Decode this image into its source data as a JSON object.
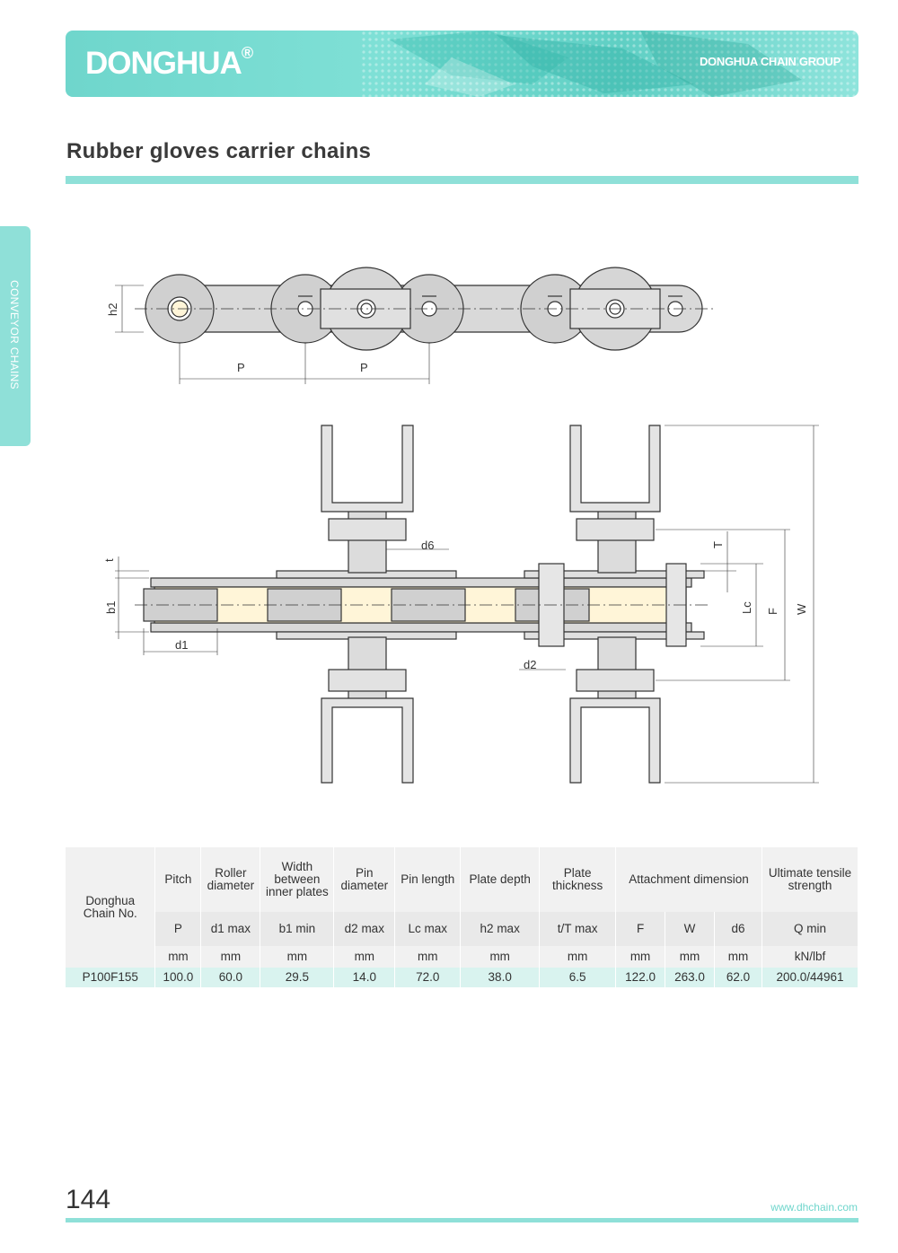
{
  "header": {
    "brand": "DONGHUA",
    "brand_mark": "®",
    "group": "DONGHUA CHAIN GROUP"
  },
  "page_title": "Rubber gloves carrier chains",
  "side_tab": "CONVEYOR CHAINS",
  "drawing_labels": {
    "h2": "h2",
    "p1": "P",
    "p2": "P",
    "t": "t",
    "b1": "b1",
    "d1": "d1",
    "d6": "d6",
    "d2": "d2",
    "T": "T",
    "Lc": "Lc",
    "F": "F",
    "W": "W"
  },
  "table": {
    "chain_no_header": "Donghua Chain No.",
    "columns": [
      {
        "name": "Pitch",
        "symbol": "P",
        "unit": "mm"
      },
      {
        "name": "Roller diameter",
        "symbol": "d1 max",
        "unit": "mm"
      },
      {
        "name": "Width between inner plates",
        "symbol": "b1 min",
        "unit": "mm"
      },
      {
        "name": "Pin diameter",
        "symbol": "d2 max",
        "unit": "mm"
      },
      {
        "name": "Pin length",
        "symbol": "Lc max",
        "unit": "mm"
      },
      {
        "name": "Plate depth",
        "symbol": "h2 max",
        "unit": "mm"
      },
      {
        "name": "Plate thickness",
        "symbol": "t/T max",
        "unit": "mm"
      }
    ],
    "attachment_header": "Attachment dimension",
    "attachment_cols": [
      {
        "symbol": "F",
        "unit": "mm"
      },
      {
        "symbol": "W",
        "unit": "mm"
      },
      {
        "symbol": "d6",
        "unit": "mm"
      }
    ],
    "strength": {
      "name": "Ultimate tensile strength",
      "symbol": "Q min",
      "unit": "kN/lbf"
    },
    "rows": [
      {
        "chain_no": "P100F155",
        "values": [
          "100.0",
          "60.0",
          "29.5",
          "14.0",
          "72.0",
          "38.0",
          "6.5",
          "122.0",
          "263.0",
          "62.0",
          "200.0/44961"
        ]
      }
    ]
  },
  "footer": {
    "page_number": "144",
    "url": "www.dhchain.com"
  }
}
